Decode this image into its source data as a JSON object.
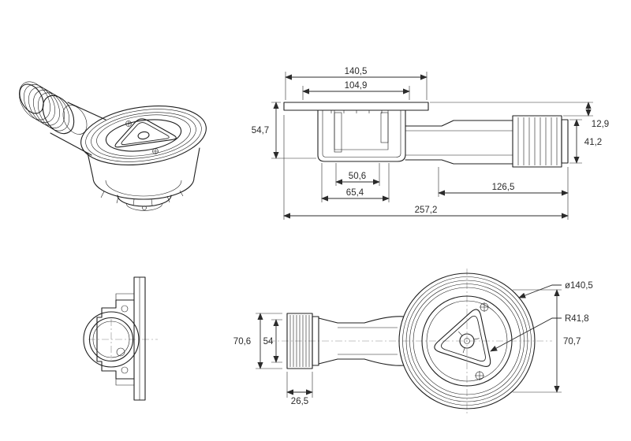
{
  "colors": {
    "line": "#1f1f1f",
    "dim": "#2b2b2b",
    "background": "#ffffff",
    "centerline": "#8a8a8a"
  },
  "dims": {
    "section": {
      "width_top": "140,5",
      "width_inner": "104,9",
      "height_left": "54,7",
      "offset_right": "12,9",
      "outlet_dia": "41,2",
      "trap_inner_width": "50,6",
      "trap_base_width": "65,4",
      "outlet_length": "126,5",
      "total_length": "257,2"
    },
    "plan": {
      "nut_od": "70,6",
      "pipe_od": "54",
      "nut_length": "26,5",
      "flange_dia": "ø140,5",
      "cap_radius": "R41,8",
      "half_width": "70,7"
    }
  }
}
